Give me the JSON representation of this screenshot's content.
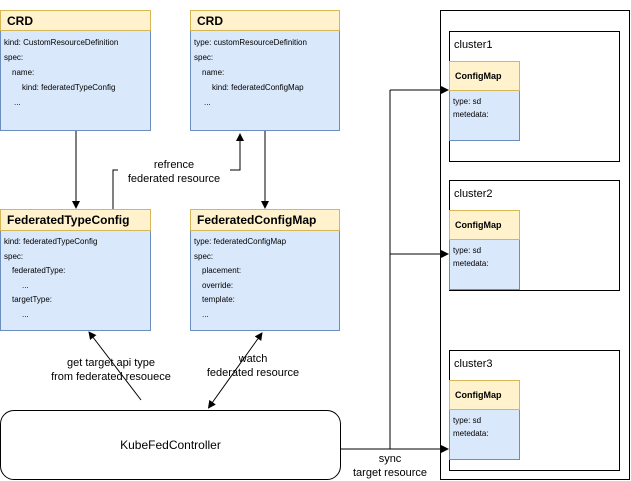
{
  "crd_left": {
    "title": "CRD",
    "lines": [
      "kind: CustomResourceDefinition",
      "spec:",
      "name:",
      "kind: federatedTypeConfig",
      "..."
    ]
  },
  "crd_right": {
    "title": "CRD",
    "lines": [
      "type: customResourceDefinition",
      "spec:",
      "name:",
      "kind: federatedConfigMap",
      "..."
    ]
  },
  "ftc": {
    "title": "FederatedTypeConfig",
    "lines": [
      "kind:  federatedTypeConfig",
      "spec:",
      "federatedType:",
      "...",
      "targetType:",
      "..."
    ]
  },
  "fcm": {
    "title": "FederatedConfigMap",
    "lines": [
      "type: federatedConfigMap",
      "spec:",
      "placement:",
      "override:",
      "template:",
      "..."
    ]
  },
  "controller": {
    "label": "KubeFedController"
  },
  "clusters": [
    {
      "name": "cluster1",
      "configmap_title": "ConfigMap",
      "lines": [
        "type: sd",
        "metedata:"
      ]
    },
    {
      "name": "cluster2",
      "configmap_title": "ConfigMap",
      "lines": [
        "type: sd",
        "metedata:"
      ]
    },
    {
      "name": "cluster3",
      "configmap_title": "ConfigMap",
      "lines": [
        "type: sd",
        "metedata:"
      ]
    }
  ],
  "edge_labels": {
    "refrence_1": "refrence",
    "refrence_2": "federated resource",
    "get_target_1": "get target api type",
    "get_target_2": "from federated resouece",
    "watch_1": "watch",
    "watch_2": "federated resource",
    "sync_1": "sync",
    "sync_2": "target resource"
  }
}
